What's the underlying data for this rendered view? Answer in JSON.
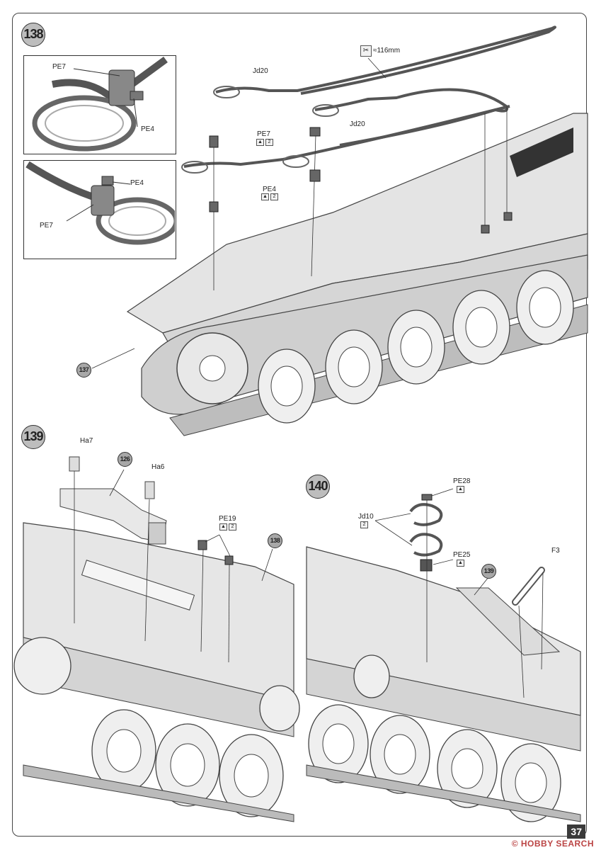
{
  "page": {
    "number": "37"
  },
  "watermark": {
    "text": "© HOBBY SEARCH"
  },
  "steps": [
    {
      "number": "138",
      "insets": [
        {
          "labels": [
            "PE7",
            "PE4"
          ]
        },
        {
          "labels": [
            "PE4",
            "PE7"
          ]
        }
      ],
      "callouts": {
        "measure": "≈116mm",
        "jd20_a": "Jd20",
        "jd20_b": "Jd20",
        "pe7": "PE7",
        "pe7_qty": "2",
        "pe4": "PE4",
        "pe4_qty": "2"
      },
      "ref": "137"
    },
    {
      "number": "139",
      "callouts": {
        "ha7": "Ha7",
        "ha6": "Ha6",
        "pe19": "PE19",
        "pe19_qty": "2"
      },
      "refs": [
        "126",
        "138"
      ]
    },
    {
      "number": "140",
      "callouts": {
        "pe28": "PE28",
        "jd10": "Jd10",
        "jd10_qty": "2",
        "pe25": "PE25",
        "f3": "F3"
      },
      "ref": "139"
    }
  ],
  "icons": [
    "scissors-icon",
    "photo-etch-icon"
  ]
}
